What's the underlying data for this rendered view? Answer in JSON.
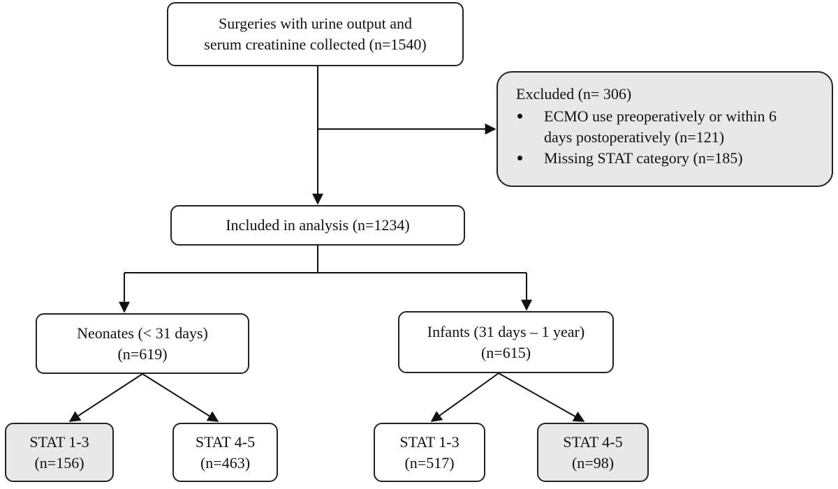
{
  "top": {
    "line1": "Surgeries with urine output and",
    "line2": "serum creatinine collected (n=1540)"
  },
  "excluded": {
    "title": "Excluded (n= 306)",
    "items": [
      {
        "line1": "ECMO use preoperatively or within 6",
        "line2": "days postoperatively (n=121)"
      },
      {
        "line1": "Missing STAT category (n=185)"
      }
    ]
  },
  "included": {
    "label": "Included in analysis (n=1234)"
  },
  "neonates": {
    "line1": "Neonates (< 31 days)",
    "line2": "(n=619)"
  },
  "infants": {
    "line1": "Infants (31 days – 1 year)",
    "line2": "(n=615)"
  },
  "neonates_stat13": {
    "line1": "STAT 1-3",
    "line2": "(n=156)"
  },
  "neonates_stat45": {
    "line1": "STAT 4-5",
    "line2": "(n=463)"
  },
  "infants_stat13": {
    "line1": "STAT 1-3",
    "line2": "(n=517)"
  },
  "infants_stat45": {
    "line1": "STAT 4-5",
    "line2": "(n=98)"
  }
}
